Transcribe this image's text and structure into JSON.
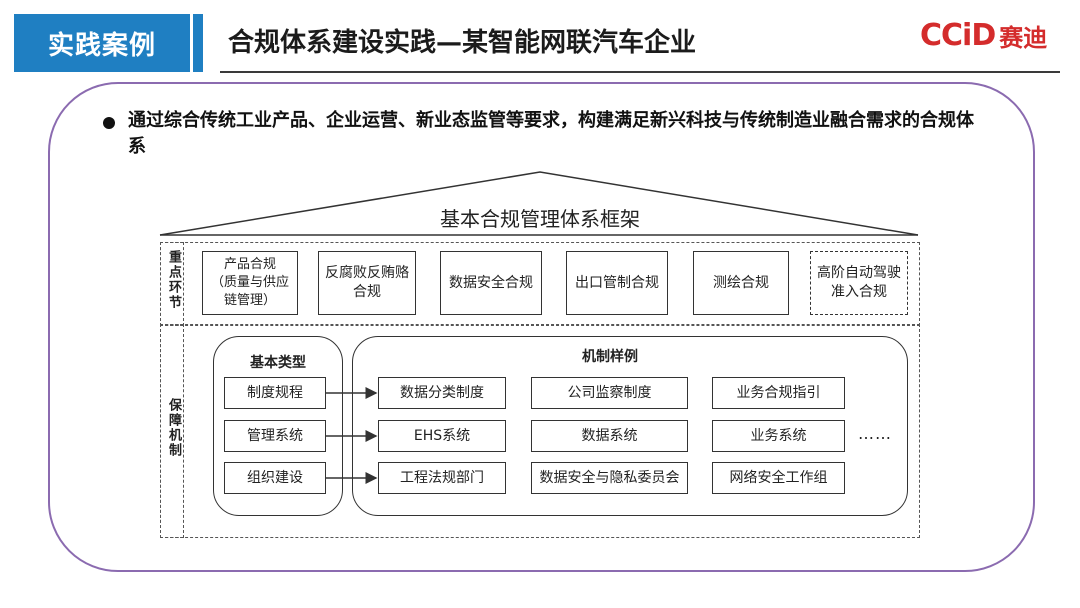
{
  "header": {
    "tag": "实践案例",
    "title": "合规体系建设实践—某智能网联汽车企业",
    "logo_en": "CCiD",
    "logo_cn": "赛迪",
    "accent_color": "#1f7fc2",
    "logo_color": "#d42c2c"
  },
  "bullet": {
    "text": "通过综合传统工业产品、企业运营、新业态监管等要求，构建满足新兴科技与传统制造业融合需求的合规体系"
  },
  "diagram": {
    "roof_title": "基本合规管理体系框架",
    "key_label": "重点环节",
    "mechanism_label": "保障机制",
    "key_items": [
      "产品合规\n（质量与供应\n链管理）",
      "反腐败反贿赂\n合规",
      "数据安全合规",
      "出口管制合规",
      "测绘合规",
      "高阶自动驾驶\n准入合规"
    ],
    "basic_types_title": "基本类型",
    "basic_types": [
      "制度规程",
      "管理系统",
      "组织建设"
    ],
    "examples_title": "机制样例",
    "examples": [
      [
        "数据分类制度",
        "公司监察制度",
        "业务合规指引"
      ],
      [
        "EHS系统",
        "数据系统",
        "业务系统"
      ],
      [
        "工程法规部门",
        "数据安全与隐私委员会",
        "网络安全工作组"
      ]
    ],
    "ellipsis": "……"
  }
}
